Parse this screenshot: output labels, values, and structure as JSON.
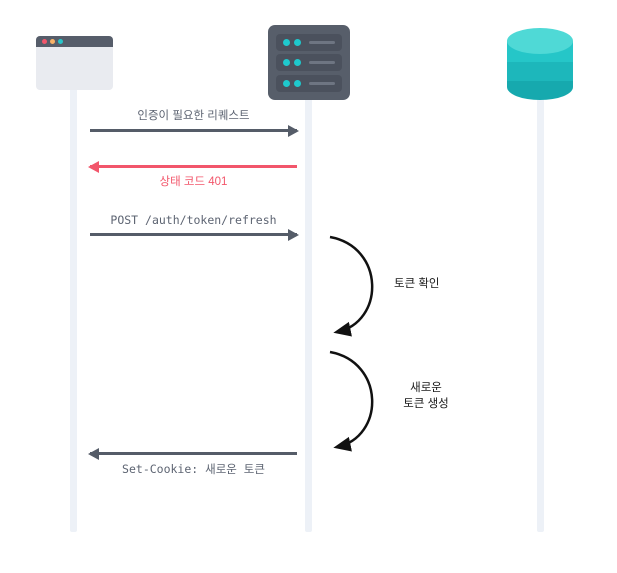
{
  "diagram": {
    "type": "sequence-diagram",
    "actors": [
      {
        "id": "browser",
        "icon": "browser-window-icon"
      },
      {
        "id": "server",
        "icon": "server-icon"
      },
      {
        "id": "database",
        "icon": "database-icon"
      }
    ],
    "messages": [
      {
        "label": "인증이 필요한 리퀘스트",
        "from": "browser",
        "to": "server",
        "direction": "right",
        "color": "#555c68",
        "label_position": "above"
      },
      {
        "label": "상태 코드 401",
        "from": "server",
        "to": "browser",
        "direction": "left",
        "color": "#f2566b",
        "label_position": "below"
      },
      {
        "label": "POST /auth/token/refresh",
        "from": "browser",
        "to": "server",
        "direction": "right",
        "color": "#555c68",
        "label_position": "above",
        "font": "mono"
      },
      {
        "type": "self-loop",
        "on": "server",
        "label": "토큰 확인",
        "color": "#111111"
      },
      {
        "type": "self-loop",
        "on": "server",
        "label_line1": "새로운",
        "label_line2": "토큰 생성",
        "color": "#111111"
      },
      {
        "label": "Set-Cookie: 새로운 토큰",
        "from": "server",
        "to": "browser",
        "direction": "left",
        "color": "#555c68",
        "label_position": "below",
        "font": "mono"
      }
    ],
    "colors": {
      "background": "#ffffff",
      "lifeline": "#edf1f7",
      "arrow_dark": "#555c68",
      "arrow_red": "#f2566b",
      "loop_stroke": "#111111",
      "label_gray": "#5d6472",
      "label_black": "#1a1a1a",
      "browser_bar": "#565d6a",
      "browser_body": "#e9ebf0",
      "browser_dot_red": "#f2566b",
      "browser_dot_orange": "#f8b267",
      "browser_dot_teal": "#27c5c9",
      "server_body": "#575e6a",
      "server_row": "#4b515d",
      "server_dot_teal": "#1ec9cd",
      "db_top": "#4fd9d6",
      "db_band1": "#25c6c8",
      "db_band2": "#1db7bb",
      "db_band3": "#16a9ae"
    }
  }
}
